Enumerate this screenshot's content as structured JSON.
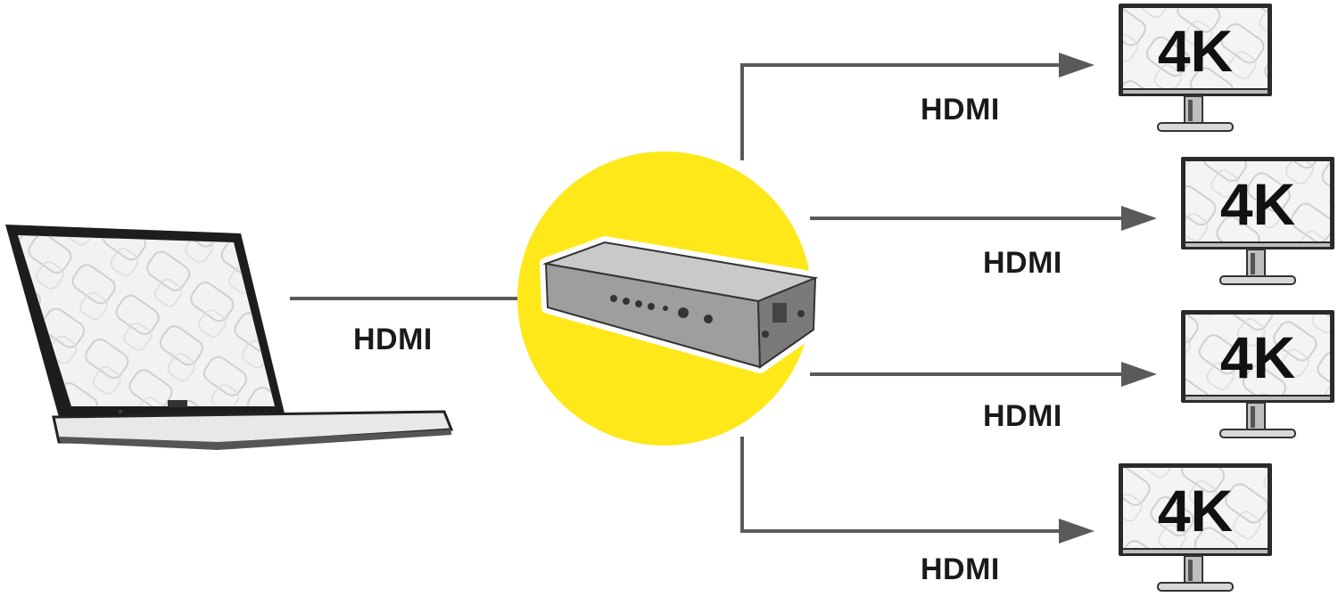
{
  "input": {
    "label": "HDMI"
  },
  "outputs": [
    {
      "label": "HDMI",
      "resolution": "4K"
    },
    {
      "label": "HDMI",
      "resolution": "4K"
    },
    {
      "label": "HDMI",
      "resolution": "4K"
    },
    {
      "label": "HDMI",
      "resolution": "4K"
    }
  ],
  "colors": {
    "highlight": "#ffe81a",
    "line": "#5a5a5a",
    "text": "#1a1a1a"
  }
}
